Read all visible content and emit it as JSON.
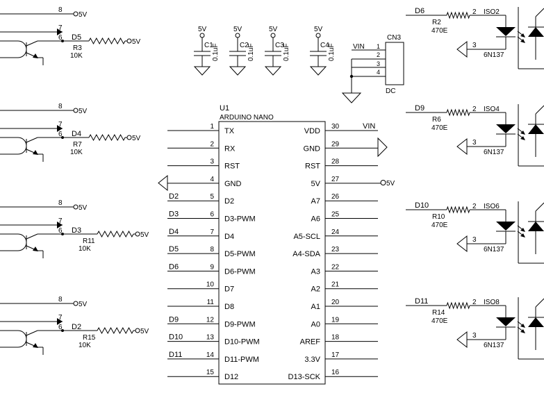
{
  "u1": {
    "ref": "U1",
    "name": "ARDUINO NANO",
    "left_pins": [
      {
        "num": "1",
        "name": "TX",
        "net": ""
      },
      {
        "num": "2",
        "name": "RX",
        "net": ""
      },
      {
        "num": "3",
        "name": "RST",
        "net": ""
      },
      {
        "num": "4",
        "name": "GND",
        "net": ""
      },
      {
        "num": "5",
        "name": "D2",
        "net": "D2"
      },
      {
        "num": "6",
        "name": "D3-PWM",
        "net": "D3"
      },
      {
        "num": "7",
        "name": "D4",
        "net": "D4"
      },
      {
        "num": "8",
        "name": "D5-PWM",
        "net": "D5"
      },
      {
        "num": "9",
        "name": "D6-PWM",
        "net": "D6"
      },
      {
        "num": "10",
        "name": "D7",
        "net": ""
      },
      {
        "num": "11",
        "name": "D8",
        "net": ""
      },
      {
        "num": "12",
        "name": "D9-PWM",
        "net": "D9"
      },
      {
        "num": "13",
        "name": "D10-PWM",
        "net": "D10"
      },
      {
        "num": "14",
        "name": "D11-PWM",
        "net": "D11"
      },
      {
        "num": "15",
        "name": "D12",
        "net": ""
      }
    ],
    "right_pins": [
      {
        "num": "30",
        "name": "VDD",
        "net": "VIN"
      },
      {
        "num": "29",
        "name": "GND",
        "net": ""
      },
      {
        "num": "28",
        "name": "RST",
        "net": ""
      },
      {
        "num": "27",
        "name": "5V",
        "net": "5V"
      },
      {
        "num": "26",
        "name": "A7",
        "net": ""
      },
      {
        "num": "25",
        "name": "A6",
        "net": ""
      },
      {
        "num": "24",
        "name": "A5-SCL",
        "net": ""
      },
      {
        "num": "23",
        "name": "A4-SDA",
        "net": ""
      },
      {
        "num": "22",
        "name": "A3",
        "net": ""
      },
      {
        "num": "21",
        "name": "A2",
        "net": ""
      },
      {
        "num": "20",
        "name": "A1",
        "net": ""
      },
      {
        "num": "19",
        "name": "A0",
        "net": ""
      },
      {
        "num": "18",
        "name": "AREF",
        "net": ""
      },
      {
        "num": "17",
        "name": "3.3V",
        "net": ""
      },
      {
        "num": "16",
        "name": "D13-SCK",
        "net": ""
      }
    ]
  },
  "capacitors": [
    {
      "ref": "C1",
      "value": "0.1uF",
      "supply": "5V"
    },
    {
      "ref": "C2",
      "value": "0.1uF",
      "supply": "5V"
    },
    {
      "ref": "C3",
      "value": "0.1uF",
      "supply": "5V"
    },
    {
      "ref": "C4",
      "value": "0.1uF",
      "supply": "5V"
    }
  ],
  "connector": {
    "ref": "CN3",
    "label": "DC",
    "net": "VIN",
    "pins": [
      "1",
      "2",
      "3",
      "4"
    ]
  },
  "left_stages": [
    {
      "pin8": "8",
      "pin7": "7",
      "pin6": "6",
      "net": "D5",
      "rref": "R3",
      "rval": "10K",
      "supply_top": "5V",
      "supply_r": "5V"
    },
    {
      "pin8": "8",
      "pin7": "7",
      "pin6": "6",
      "net": "D4",
      "rref": "R7",
      "rval": "10K",
      "supply_top": "5V",
      "supply_r": "5V"
    },
    {
      "pin8": "8",
      "pin7": "7",
      "pin6": "6",
      "net": "D3",
      "rref": "R11",
      "rval": "10K",
      "supply_top": "5V",
      "supply_r": "5V"
    },
    {
      "pin8": "8",
      "pin7": "7",
      "pin6": "6",
      "net": "D2",
      "rref": "R15",
      "rval": "10K",
      "supply_top": "5V",
      "supply_r": "5V"
    }
  ],
  "right_stages": [
    {
      "net": "D6",
      "pin2": "2",
      "iso": "ISO2",
      "rref": "R2",
      "rval": "470E",
      "pin3": "3",
      "part": "6N137"
    },
    {
      "net": "D9",
      "pin2": "2",
      "iso": "ISO4",
      "rref": "R6",
      "rval": "470E",
      "pin3": "3",
      "part": "6N137"
    },
    {
      "net": "D10",
      "pin2": "2",
      "iso": "ISO6",
      "rref": "R10",
      "rval": "470E",
      "pin3": "3",
      "part": "6N137"
    },
    {
      "net": "D11",
      "pin2": "2",
      "iso": "ISO8",
      "rref": "R14",
      "rval": "470E",
      "pin3": "3",
      "part": "6N137"
    }
  ]
}
